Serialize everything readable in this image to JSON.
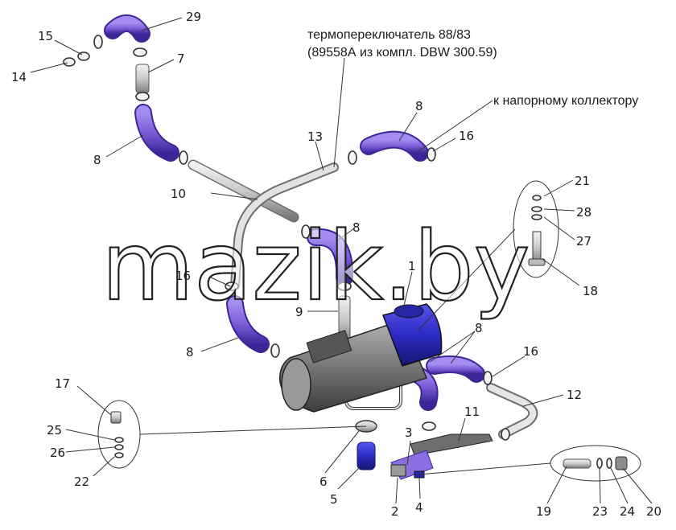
{
  "diagram": {
    "note_line1": "термопереключатель 88/83",
    "note_line2": "(89558А из компл. DBW 300.59)",
    "note_collector": "к напорному коллектору",
    "watermark": "mazik.by",
    "callouts": [
      "29",
      "15",
      "14",
      "7",
      "8",
      "13",
      "8",
      "16",
      "21",
      "28",
      "10",
      "8",
      "27",
      "16",
      "1",
      "18",
      "9",
      "8",
      "8",
      "16",
      "12",
      "17",
      "11",
      "25",
      "3",
      "26",
      "6",
      "22",
      "5",
      "19",
      "23",
      "24",
      "20",
      "2",
      "4"
    ],
    "colors": {
      "hose": "#7b5cd6",
      "hose_dark": "#4a2fa0",
      "heater_blue": "#2f2fc8",
      "metal": "#cfcfcf",
      "metal_dark": "#6b6b6b"
    }
  }
}
